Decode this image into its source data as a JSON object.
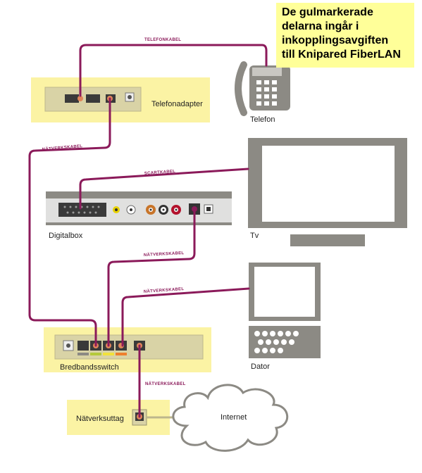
{
  "note": {
    "lines": [
      "De gulmarkerade",
      "delarna ingår i",
      "inkopplingsavgiften",
      "till Knipared FiberLAN"
    ]
  },
  "devices": {
    "telefonadapter": "Telefonadapter",
    "telefon": "Telefon",
    "digitalbox": "Digitalbox",
    "tv": "Tv",
    "dator": "Dator",
    "bredbandsswitch": "Bredbandsswitch",
    "natverksuttag": "Nätverksuttag",
    "internet": "Internet"
  },
  "cables": {
    "telefonkabel": "TELEFONKABEL",
    "natverkskabel_1": "NÄTVERKSKABEL",
    "scartkabel": "SCARTKABEL",
    "natverkskabel_2": "NÄTVERKSKABEL",
    "natverkskabel_3": "NÄTVERKSKABEL",
    "natverkskabel_4": "NÄTVERKSKABEL"
  },
  "colors": {
    "highlight": "#fbf3a4",
    "device_body": "#d9d3a6",
    "gray": "#8c8a84",
    "cable": "#8b1a5a",
    "port": "#e0855a",
    "note_bg": "#ffff99"
  }
}
